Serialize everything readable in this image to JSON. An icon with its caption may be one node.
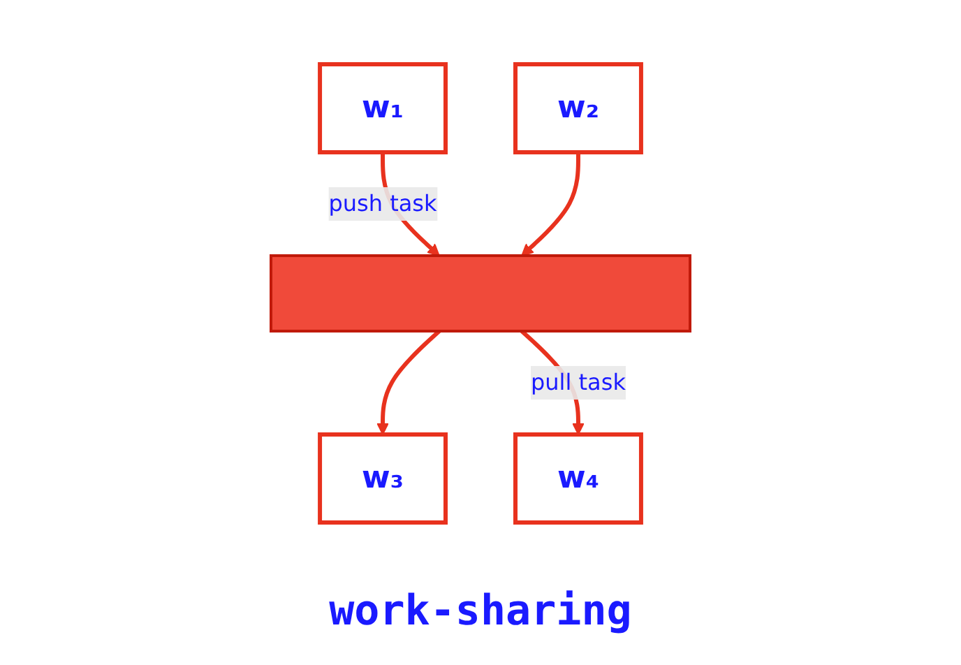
{
  "diagram": {
    "caption": "work-sharing",
    "nodes": [
      {
        "text": [],
        "shape": "bar"
      },
      {
        "text": [
          "w₁"
        ]
      },
      {
        "text": [
          "w₂"
        ]
      },
      {
        "text": [
          "w₃"
        ]
      },
      {
        "text": [
          "w₄"
        ]
      }
    ],
    "edges": [
      {
        "from": 1,
        "to": 0,
        "arrow": "to",
        "label": "push task"
      },
      {
        "from": 2,
        "to": 0,
        "arrow": "to"
      },
      {
        "from": 0,
        "to": 3,
        "arrow": "to"
      },
      {
        "from": 0,
        "to": 4,
        "arrow": "to",
        "label": "pull task"
      }
    ]
  }
}
